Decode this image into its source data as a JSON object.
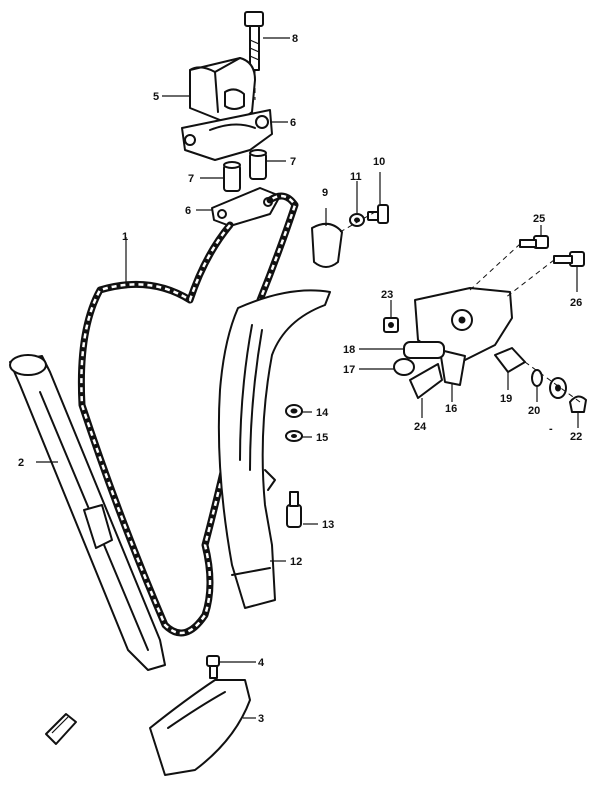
{
  "diagram": {
    "labels": {
      "l1": "1",
      "l2": "2",
      "l3": "3",
      "l4": "4",
      "l5": "5",
      "l6a": "6",
      "l6b": "6",
      "l7a": "7",
      "l7b": "7",
      "l8": "8",
      "l9": "9",
      "l10": "10",
      "l11": "11",
      "l12": "12",
      "l13": "13",
      "l14": "14",
      "l15": "15",
      "l16": "16",
      "l17": "17",
      "l18": "18",
      "l19": "19",
      "l20": "20",
      "l21": "-",
      "l22": "22",
      "l23": "23",
      "l24": "24",
      "l25": "25",
      "l26": "26"
    }
  }
}
